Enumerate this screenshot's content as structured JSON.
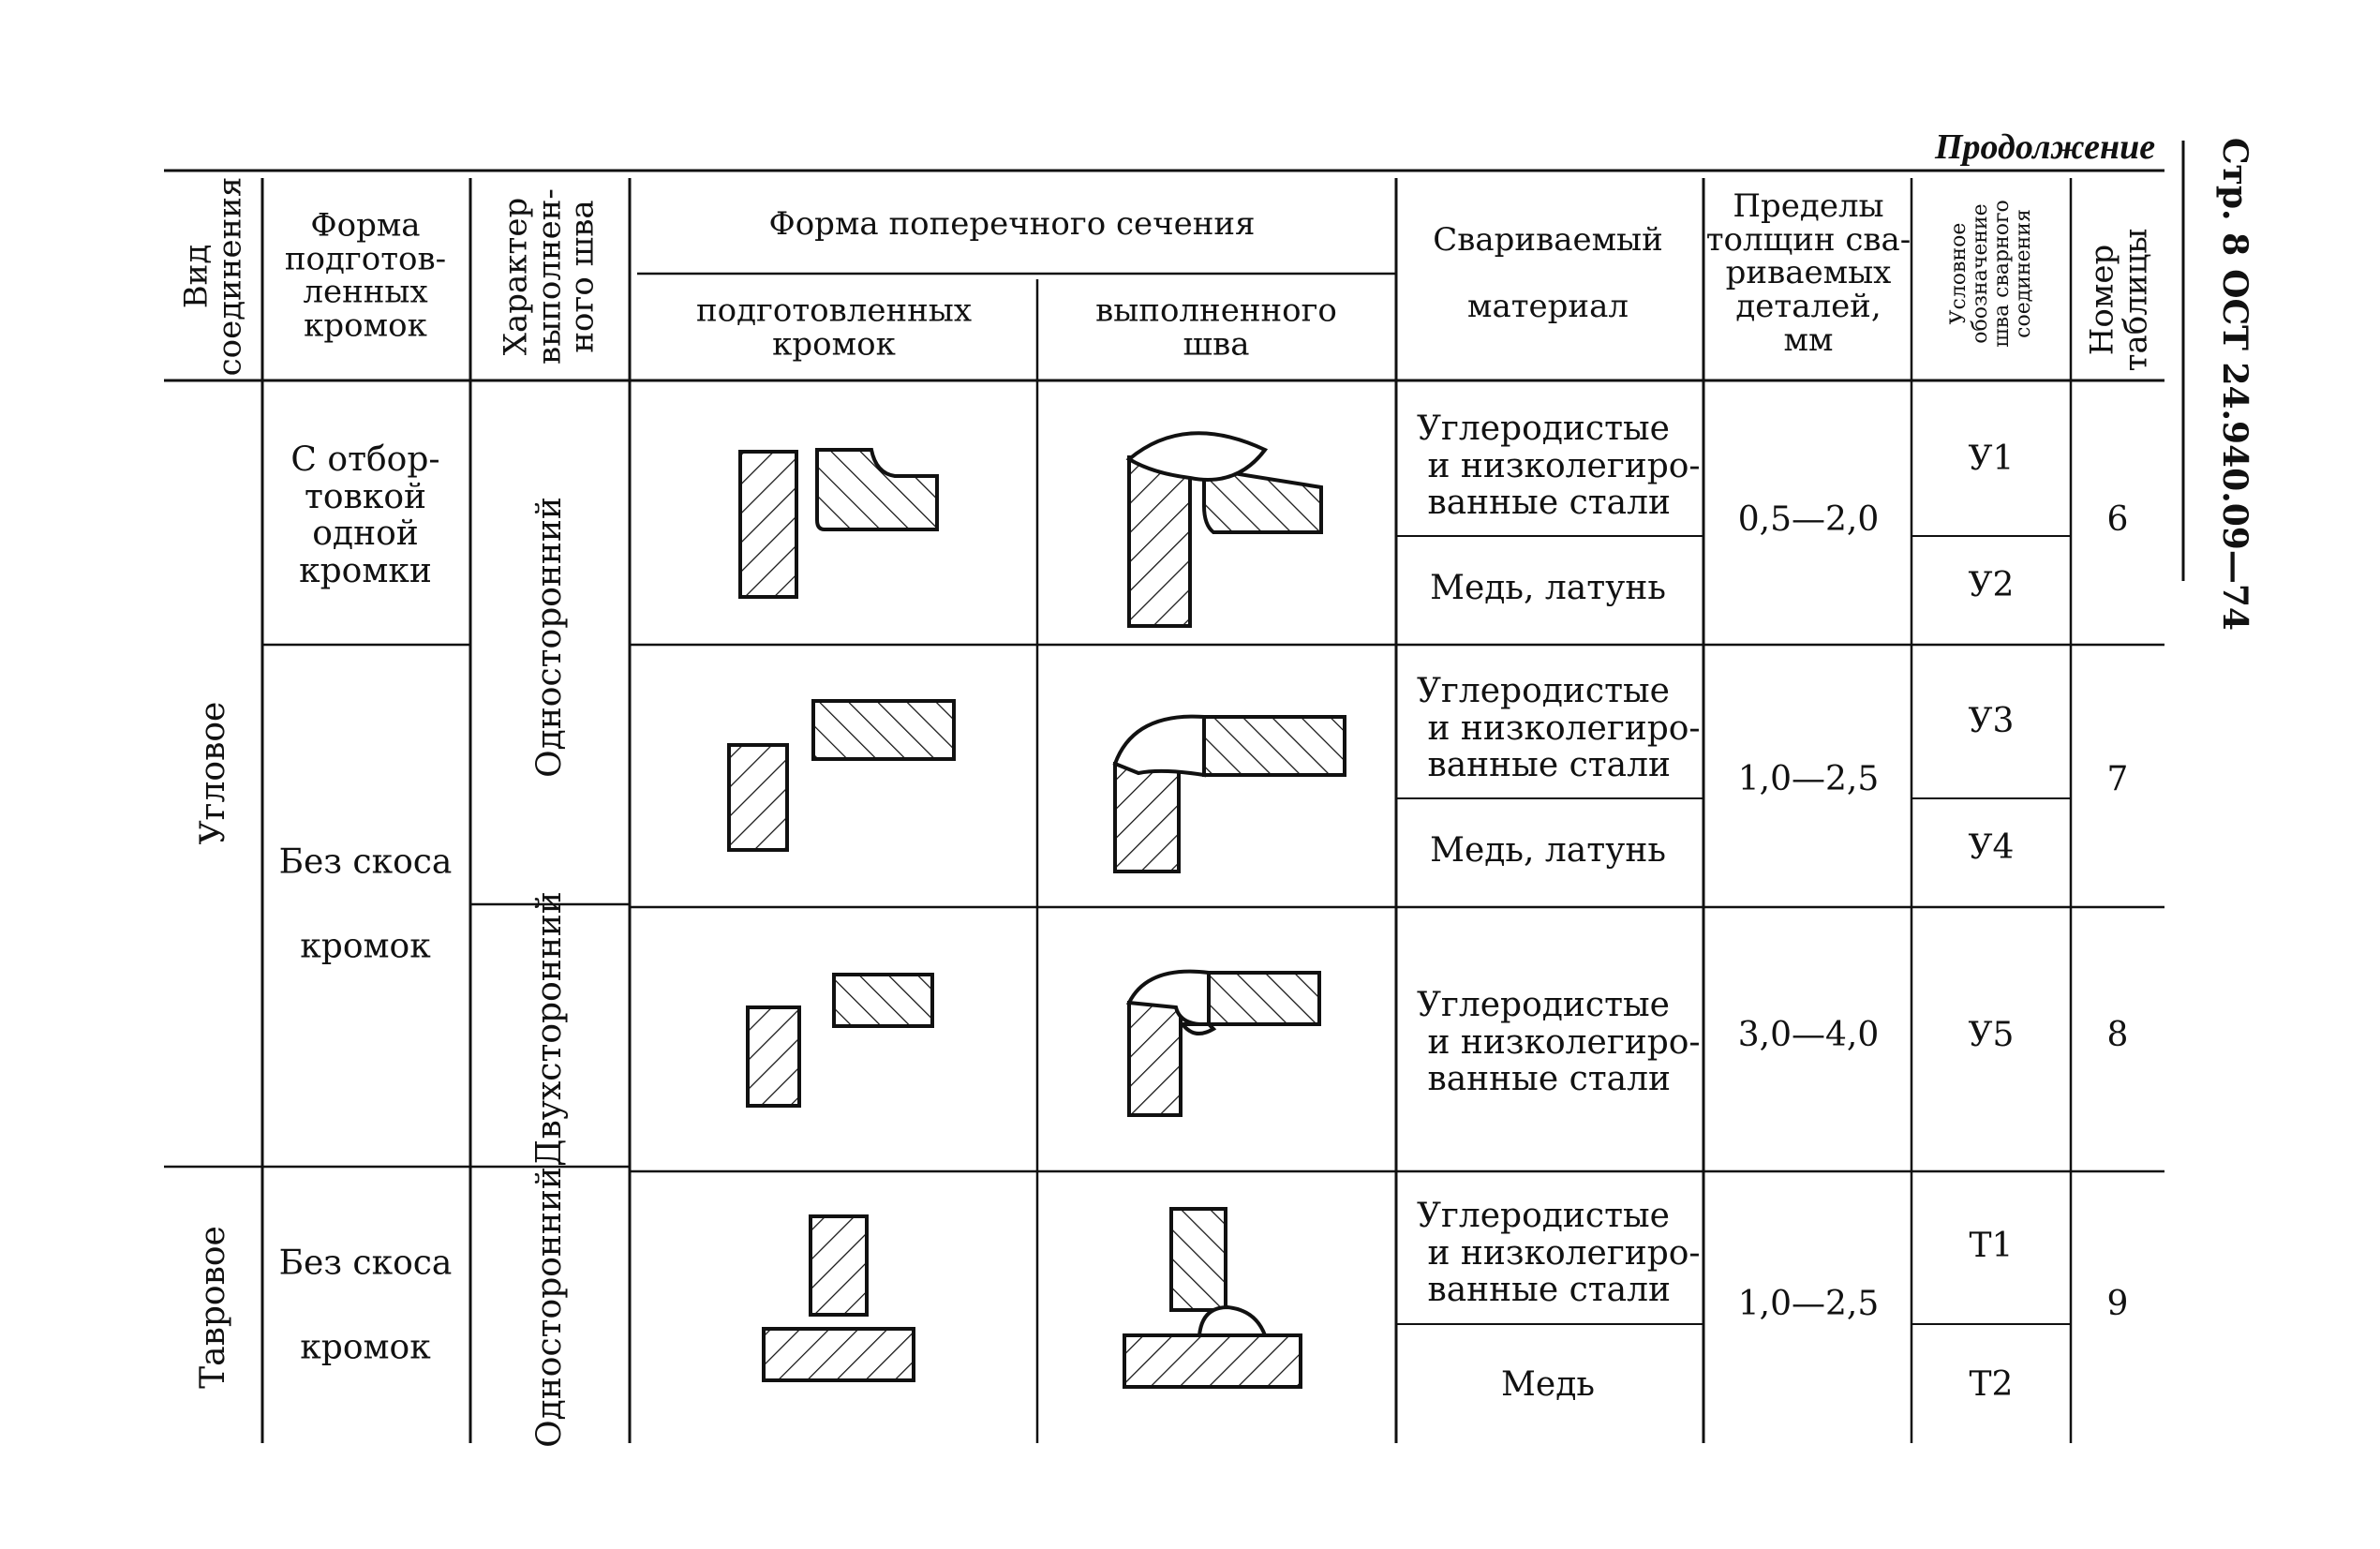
{
  "continuation": "Продолжение",
  "side_header": {
    "page": "Стр. 8",
    "standard": "ОСТ 24.940.09—74"
  },
  "headers": {
    "joint_type": "Вид\nсоединения",
    "edge_form": "Форма\nподготов-\nленных\nкромок",
    "weld_character": "Характер\nвыполнен-\nного шва",
    "cross_section": "Форма  поперечного  сечения",
    "prepared_edges": "подготовленных\nкромок",
    "completed_weld": "выполненного\nшва",
    "material_top": "Свариваемый",
    "material_bottom": "материал",
    "thickness": "Пределы\nтолщин сва-\nриваемых\nдеталей,\nмм",
    "designation": "Условное\nобозначение\nшва сварного\nсоединения",
    "table_number": "Номер\nтаблицы"
  },
  "rows": {
    "joint_corner": "Угловое",
    "joint_tee": "Тавровое",
    "edge_flange": "С отбор-\nтовкой\nодной\nкромки",
    "edge_no_bevel": "Без скоса\n\nкромок",
    "edge_no_bevel_tee": "Без скоса\n\nкромок",
    "char_one_side": "Односторонний",
    "char_two_side": "Двухсторонний",
    "char_one_side_tee": "Односторонний",
    "mat_steel_1": "Углеродистые\n и низколегиро-\n ванные стали",
    "mat_cu_1": "Медь, латунь",
    "mat_steel_2": "Углеродистые\n и низколегиро-\n ванные стали",
    "mat_cu_2": "Медь, латунь",
    "mat_steel_3": "Углеродистые\n и низколегиро-\n ванные стали",
    "mat_steel_4": "Углеродистые\n и низколегиро-\n ванные стали",
    "mat_cu_4": "Медь",
    "thick_1": "0,5—2,0",
    "thick_2": "1,0—2,5",
    "thick_3": "3,0—4,0",
    "thick_4": "1,0—2,5",
    "des_u1": "У1",
    "des_u2": "У2",
    "des_u3": "У3",
    "des_u4": "У4",
    "des_u5": "У5",
    "des_t1": "Т1",
    "des_t2": "Т2",
    "tab_6": "6",
    "tab_7": "7",
    "tab_8": "8",
    "tab_9": "9"
  }
}
